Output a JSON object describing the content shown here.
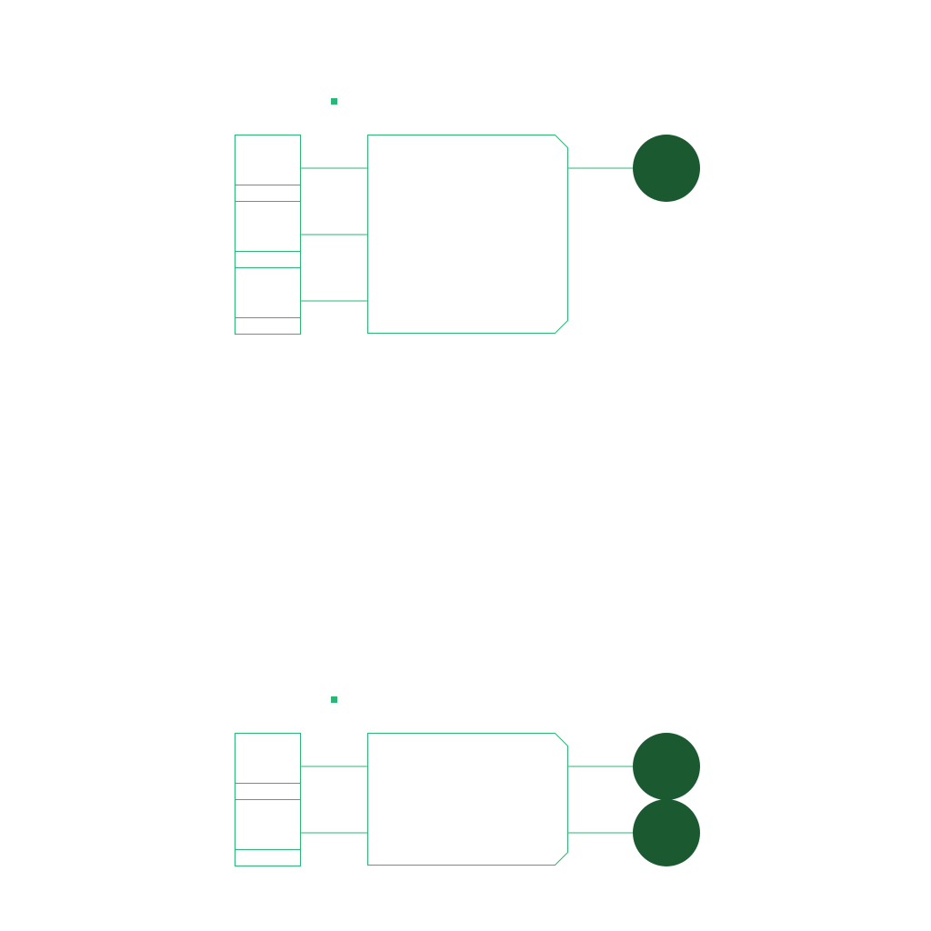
{
  "diagram": {
    "colors": {
      "stroke": "#2bb673",
      "marker": "#2bb673",
      "node_fill": "#1b5a30",
      "background": "#ffffff"
    },
    "blocks": [
      {
        "name": "block-top",
        "input_ports": 3,
        "output_nodes": 1
      },
      {
        "name": "block-bottom",
        "input_ports": 2,
        "output_nodes": 2
      }
    ]
  }
}
